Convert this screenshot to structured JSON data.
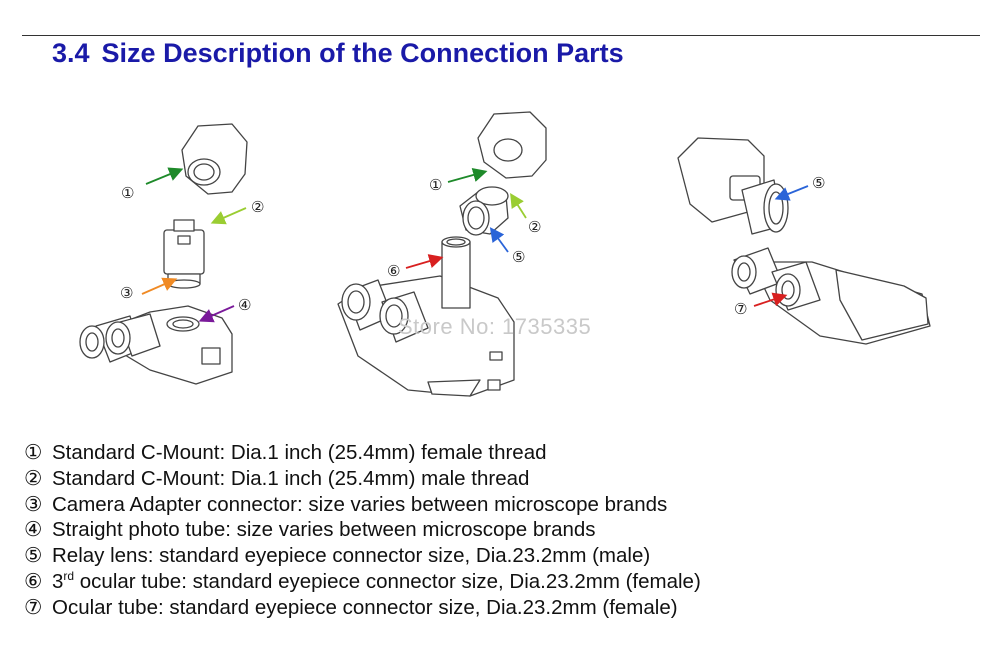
{
  "header": {
    "section_number": "3.4",
    "title": "Size Description of the Connection Parts"
  },
  "figure": {
    "callouts": {
      "c1": "①",
      "c2": "②",
      "c3": "③",
      "c4": "④",
      "c5": "⑤",
      "c6": "⑥",
      "c7": "⑦"
    },
    "watermark": "Store No: 1735335"
  },
  "legend": [
    {
      "marker": "①",
      "text": "Standard C-Mount: Dia.1 inch (25.4mm) female thread"
    },
    {
      "marker": "②",
      "text": "Standard C-Mount: Dia.1 inch (25.4mm) male thread"
    },
    {
      "marker": "③",
      "text": "Camera Adapter connector: size varies between microscope brands"
    },
    {
      "marker": "④",
      "text": "Straight photo tube: size varies between microscope brands"
    },
    {
      "marker": "⑤",
      "text": "Relay lens: standard eyepiece connector size, Dia.23.2mm (male)"
    },
    {
      "marker": "⑥",
      "pre": "3",
      "sup": "rd",
      "text": " ocular tube: standard eyepiece connector size, Dia.23.2mm (female)"
    },
    {
      "marker": "⑦",
      "text": "Ocular tube: standard eyepiece connector size, Dia.23.2mm (female)"
    }
  ],
  "colors": {
    "title": "#1a1aa8",
    "arrow_green": "#1e8a2a",
    "arrow_lime": "#9acd32",
    "arrow_orange": "#f08a24",
    "arrow_purple": "#7a1a9a",
    "arrow_blue": "#2a64d8",
    "arrow_red": "#d82020"
  }
}
